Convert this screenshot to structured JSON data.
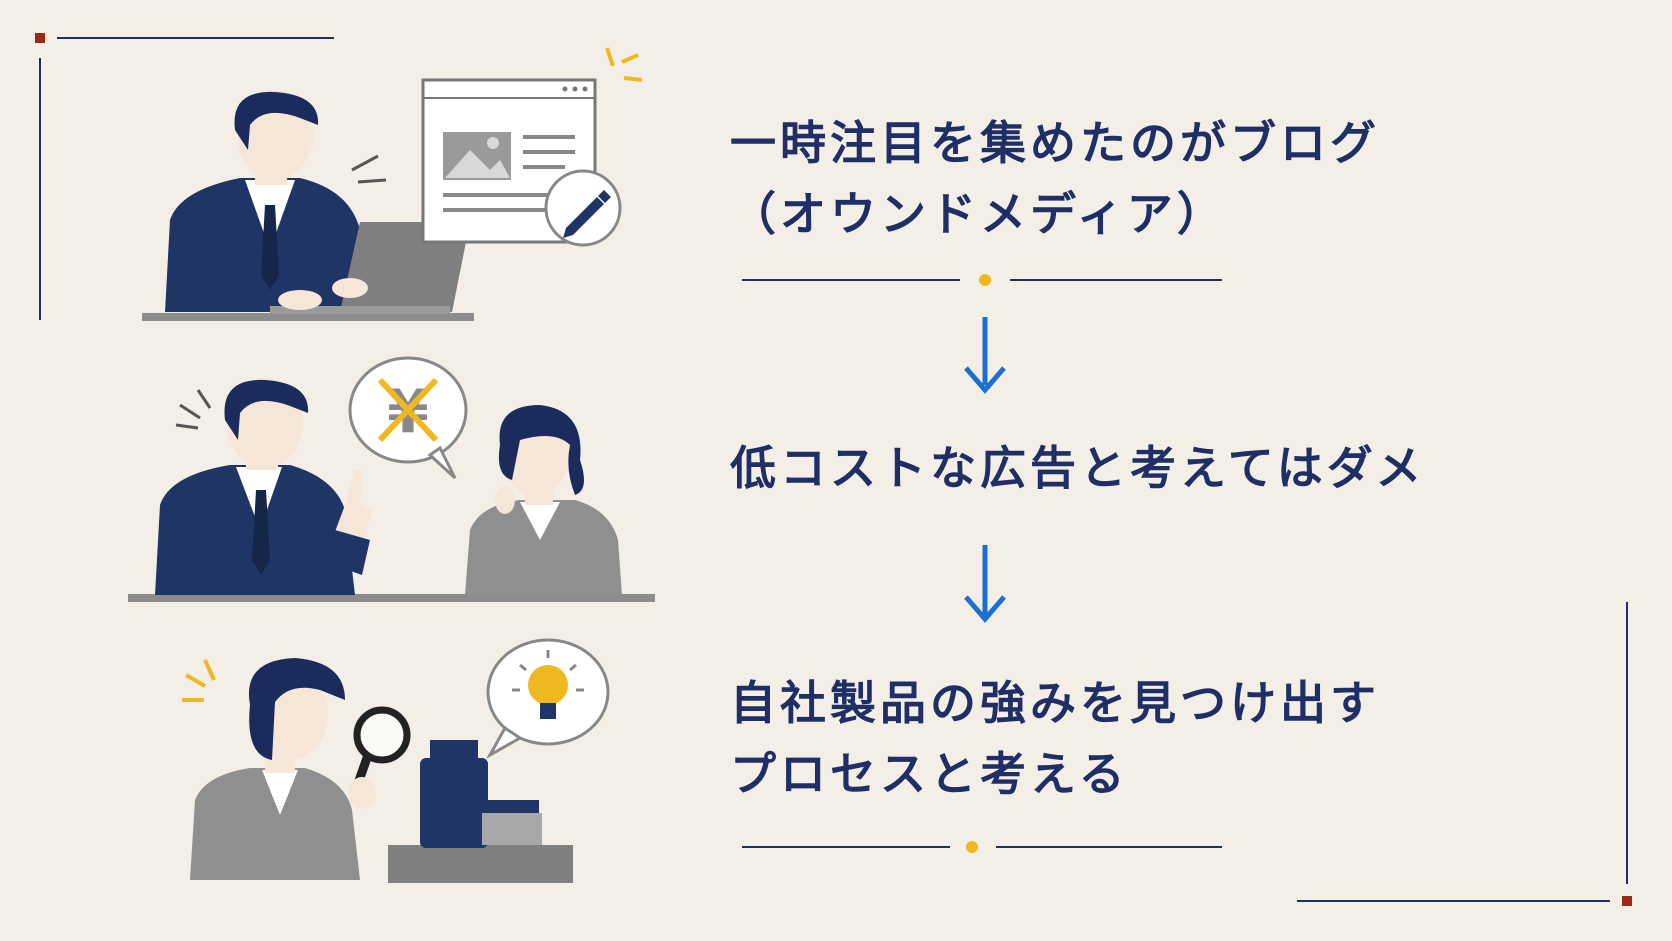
{
  "steps": [
    {
      "lines": [
        "一時注目を集めたのがブログ",
        "（オウンドメディア）"
      ]
    },
    {
      "lines": [
        "低コストな広告と考えてはダメ"
      ]
    },
    {
      "lines": [
        "自社製品の強みを見つけ出す",
        "プロセスと考える"
      ]
    }
  ],
  "colors": {
    "navy": "#1f2f66",
    "accent_blue": "#1a6fd0",
    "gold": "#f0b820",
    "frame_red": "#9b2a1a",
    "background": "#f3efe6"
  },
  "icons": {
    "step1": [
      "man-at-laptop-illustration",
      "browser-window-icon",
      "pencil-icon"
    ],
    "step2": [
      "man-and-woman-talking-illustration",
      "crossed-yen-icon"
    ],
    "step3": [
      "woman-with-magnifier-illustration",
      "lightbulb-icon",
      "product-bottles"
    ]
  }
}
